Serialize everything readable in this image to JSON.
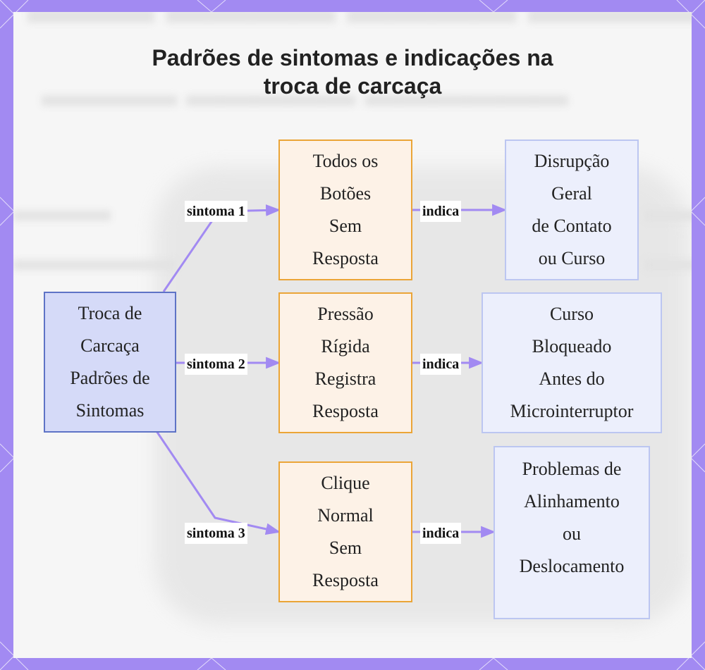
{
  "title": {
    "line1": "Padrões de sintomas e indicações na",
    "line2": "troca de carcaça"
  },
  "root": {
    "lines": [
      "Troca de",
      "Carcaça",
      "Padrões de",
      "Sintomas"
    ]
  },
  "symptoms": [
    {
      "edge_label": "sintoma 1",
      "lines": [
        "Todos os",
        "Botões",
        "Sem",
        "Resposta"
      ],
      "indica_label": "indica",
      "indication": [
        "Disrupção",
        "Geral",
        "de Contato",
        "ou Curso"
      ]
    },
    {
      "edge_label": "sintoma 2",
      "lines": [
        "Pressão",
        "Rígida",
        "Registra",
        "Resposta"
      ],
      "indica_label": "indica",
      "indication": [
        "Curso",
        "Bloqueado",
        "Antes do",
        "Microinterruptor"
      ]
    },
    {
      "edge_label": "sintoma 3",
      "lines": [
        "Clique",
        "Normal",
        "Sem",
        "Resposta"
      ],
      "indica_label": "indica",
      "indication": [
        "Problemas de",
        "Alinhamento",
        "ou",
        "Deslocamento"
      ]
    }
  ],
  "colors": {
    "frame": "#a28af2",
    "edge": "#a28af2",
    "root_fill": "#d5daf8",
    "root_border": "#5e73c6",
    "symptom_fill": "#fdf2e7",
    "symptom_border": "#eba537",
    "indication_fill": "#eceffc",
    "indication_border": "#bcc6f1"
  }
}
